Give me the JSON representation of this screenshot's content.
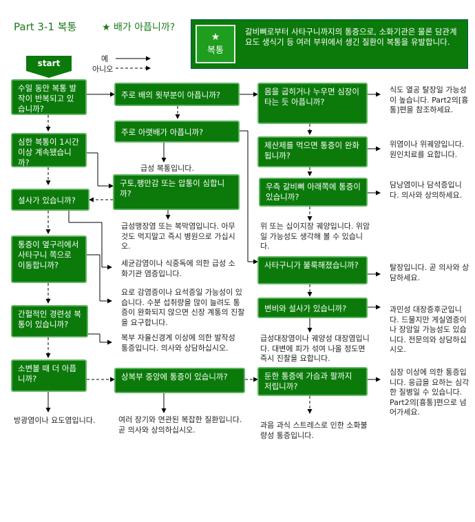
{
  "header": {
    "title": "Part 3-1 복통",
    "subtitle": "★ 배가 아픕니까?",
    "icon_label": "복통",
    "description": "갈비뼈로부터 사타구니까지의 통증으로, 소화기관은 물론 담관계 요도 생식기 등 여러 부위에서 생긴 질환이 복통을 유발합니다."
  },
  "legend": {
    "start": "start",
    "yes": "예",
    "no": "아니오"
  },
  "nodes": {
    "q1": "수일 동안 복통 발작이 반복되고 있습니까?",
    "q2": "심한 복통이 1시간 이상 계속됐습니까?",
    "q3": "설사가 있습니까?",
    "q4": "통증이 옆구리에서 사타구니 쪽으로 이동합니까?",
    "q5": "간헐적인 경련성 복통이 있습니까?",
    "q6": "소변볼 때 더 아픕니까?",
    "m1": "주로 배의 윗부분이 아픕니까?",
    "m2": "주로 아랫배가 아픕니까?",
    "m3": "구토,팽만감 또는 압통이 심합니까?",
    "m4": "상복부 중앙에 통증이 있습니까?",
    "r1": "몸을 굽히거나 누우면 심장이 타는 듯 아픕니까?",
    "r2": "제산제를 먹으면 통증이 완화됩니까?",
    "r3": "우측 갈비뼈 아래쪽에 통증이 있습니까?",
    "r4": "사타구니가 불룩해졌습니까?",
    "r5": "변비와 설사가 있습니까?",
    "r6": "둔한 통증에 가슴과 팔까지 저립니까?"
  },
  "notes": {
    "n_r1": "식도 열공 탈장일 가능성이 높습니다. Part2의[흉통]편을 참조하세요.",
    "n_r2": "위염이나 위궤양입니다. 원인치료를 요합니다.",
    "n_r3": "담낭염이나 담석증입니다. 의사와 상의하세요.",
    "n_r3_no": "위 또는 십이지장 궤양입니다. 위암일 가능성도 생각해 볼 수 있습니다.",
    "n_r4": "탈장입니다. 곧 의사와 상담하세요.",
    "n_r5": "과민성 대장증후군입니다. 드물지만 게실염증이나 장암일 가능성도 있습니다. 전문의와 상담하십시오.",
    "n_r5_no": "급성대장염이나 궤양성 대장염입니다. 대변에 피가 섞여 나올 정도면 즉시 진찰을 요합니다.",
    "n_r6": "심장 이상에 의한 통증입니다. 응급을 요하는 심각한 질병일 수 있습니다. Part2의[흉통]편으로 넘어가세요.",
    "n_r6_no": "과음 과식 스트레스로 인한 소화불량성 통증입니다.",
    "n_m2": "급성 복통입니다.",
    "n_m3": "급성맹장염 또는 복막염입니다. 아무것도 먹지말고 즉시 병원으로 가십시오.",
    "n_q3": "세균감염이나 식중독에 의한 급성 소화기관 염증입니다.",
    "n_q4": "요로 감염증이나 요석증일 가능성이 있습니다. 수분 섭취량을 많이 늘려도 통증이 완화되지 않으면 신장 계통의 진찰을 요구합니다.",
    "n_q5": "복부 자율신경계 이상에 의한 발작성 통증입니다. 의사와 상담하십시오.",
    "n_q6": "방광염이나 요도염입니다.",
    "n_m4": "여러 장기와 연관된 복잡한 질환입니다. 곧 의사와 상의하십시오."
  }
}
